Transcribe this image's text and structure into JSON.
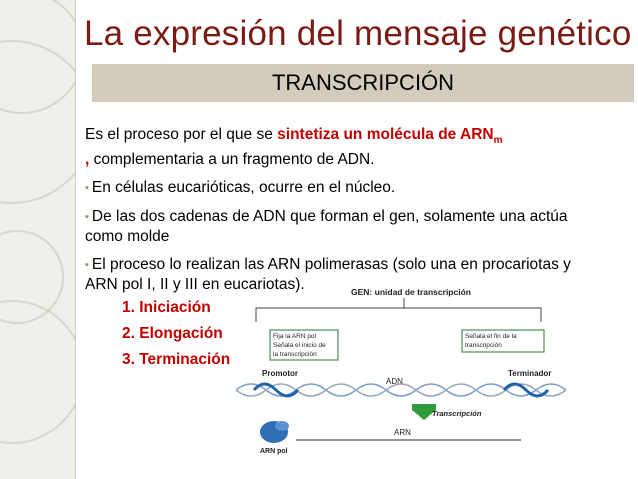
{
  "title": "La expresión del mensaje genético",
  "subtitle": "TRANSCRIPCIÓN",
  "definition": {
    "prefix": "Es el proceso por el que se ",
    "highlight": "sintetiza un molécula de ARN",
    "subscript": "m",
    "comma": ",",
    "rest": " complementaria a un fragmento de ADN."
  },
  "bullets": [
    "En células eucarióticas, ocurre en el núcleo.",
    "De las dos cadenas de ADN que forman el gen, solamente una actúa como molde",
    "El proceso lo realizan las ARN polimerasas (solo una en procariotas y ARN pol I, II y III en eucariotas)."
  ],
  "steps": [
    "1. Iniciación",
    "2. Elongación",
    "3. Terminación"
  ],
  "diagram": {
    "gen_label": "GEN: unidad de transcripción",
    "box_left": [
      "Fija la ARN pol",
      "Señala el inicio de",
      "la transcripción"
    ],
    "box_right": [
      "Señala el fin de la",
      "transcripción"
    ],
    "promotor": "Promotor",
    "adn": "ADN",
    "terminador": "Terminador",
    "transcripcion": "Transcripción",
    "arn": "ARN",
    "arn_pol": "ARN pol"
  },
  "colors": {
    "title": "#7c1a14",
    "highlight": "#c00000",
    "subtitle_bar": "#d3ccbd",
    "promotor_region": "#1f63a8",
    "terminador_region": "#1f63a8",
    "arn_pol": "#2f6fb6"
  }
}
